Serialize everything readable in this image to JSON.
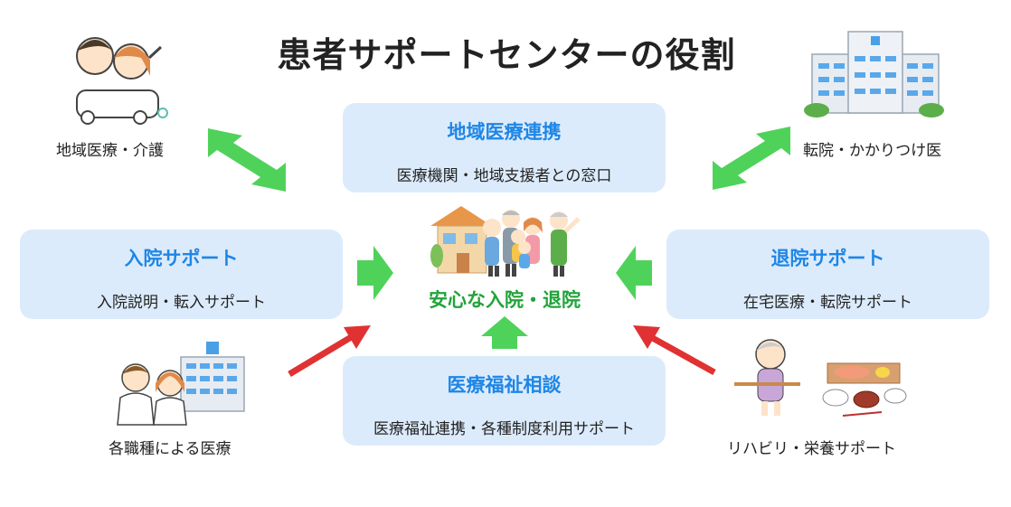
{
  "title": "患者サポートセンターの役割",
  "center": {
    "label": "安心な入院・退院"
  },
  "boxes": {
    "top": {
      "heading": "地域医療連携",
      "sub": "医療機関・地域支援者との窓口"
    },
    "left": {
      "heading": "入院サポート",
      "sub": "入院説明・転入サポート"
    },
    "right": {
      "heading": "退院サポート",
      "sub": "在宅医療・転院サポート"
    },
    "bottom": {
      "heading": "医療福祉相談",
      "sub": "医療福祉連携・各種制度利用サポート"
    }
  },
  "corners": {
    "top_left": "地域医療・介護",
    "top_right": "転院・かかりつけ医",
    "bottom_left": "各職種による医療",
    "bottom_right": "リハビリ・栄養サポート"
  },
  "colors": {
    "accent": "#1e86e6",
    "box_bg": "#dcebfb",
    "green": "#22a33b",
    "arrow_green": "#4fd25a",
    "arrow_red": "#e03232"
  },
  "icons": [
    "couple-in-car-icon",
    "hospital-building-icon",
    "house-and-family-icon",
    "doctors-and-hospital-icon",
    "elderly-woman-and-meal-icon"
  ]
}
